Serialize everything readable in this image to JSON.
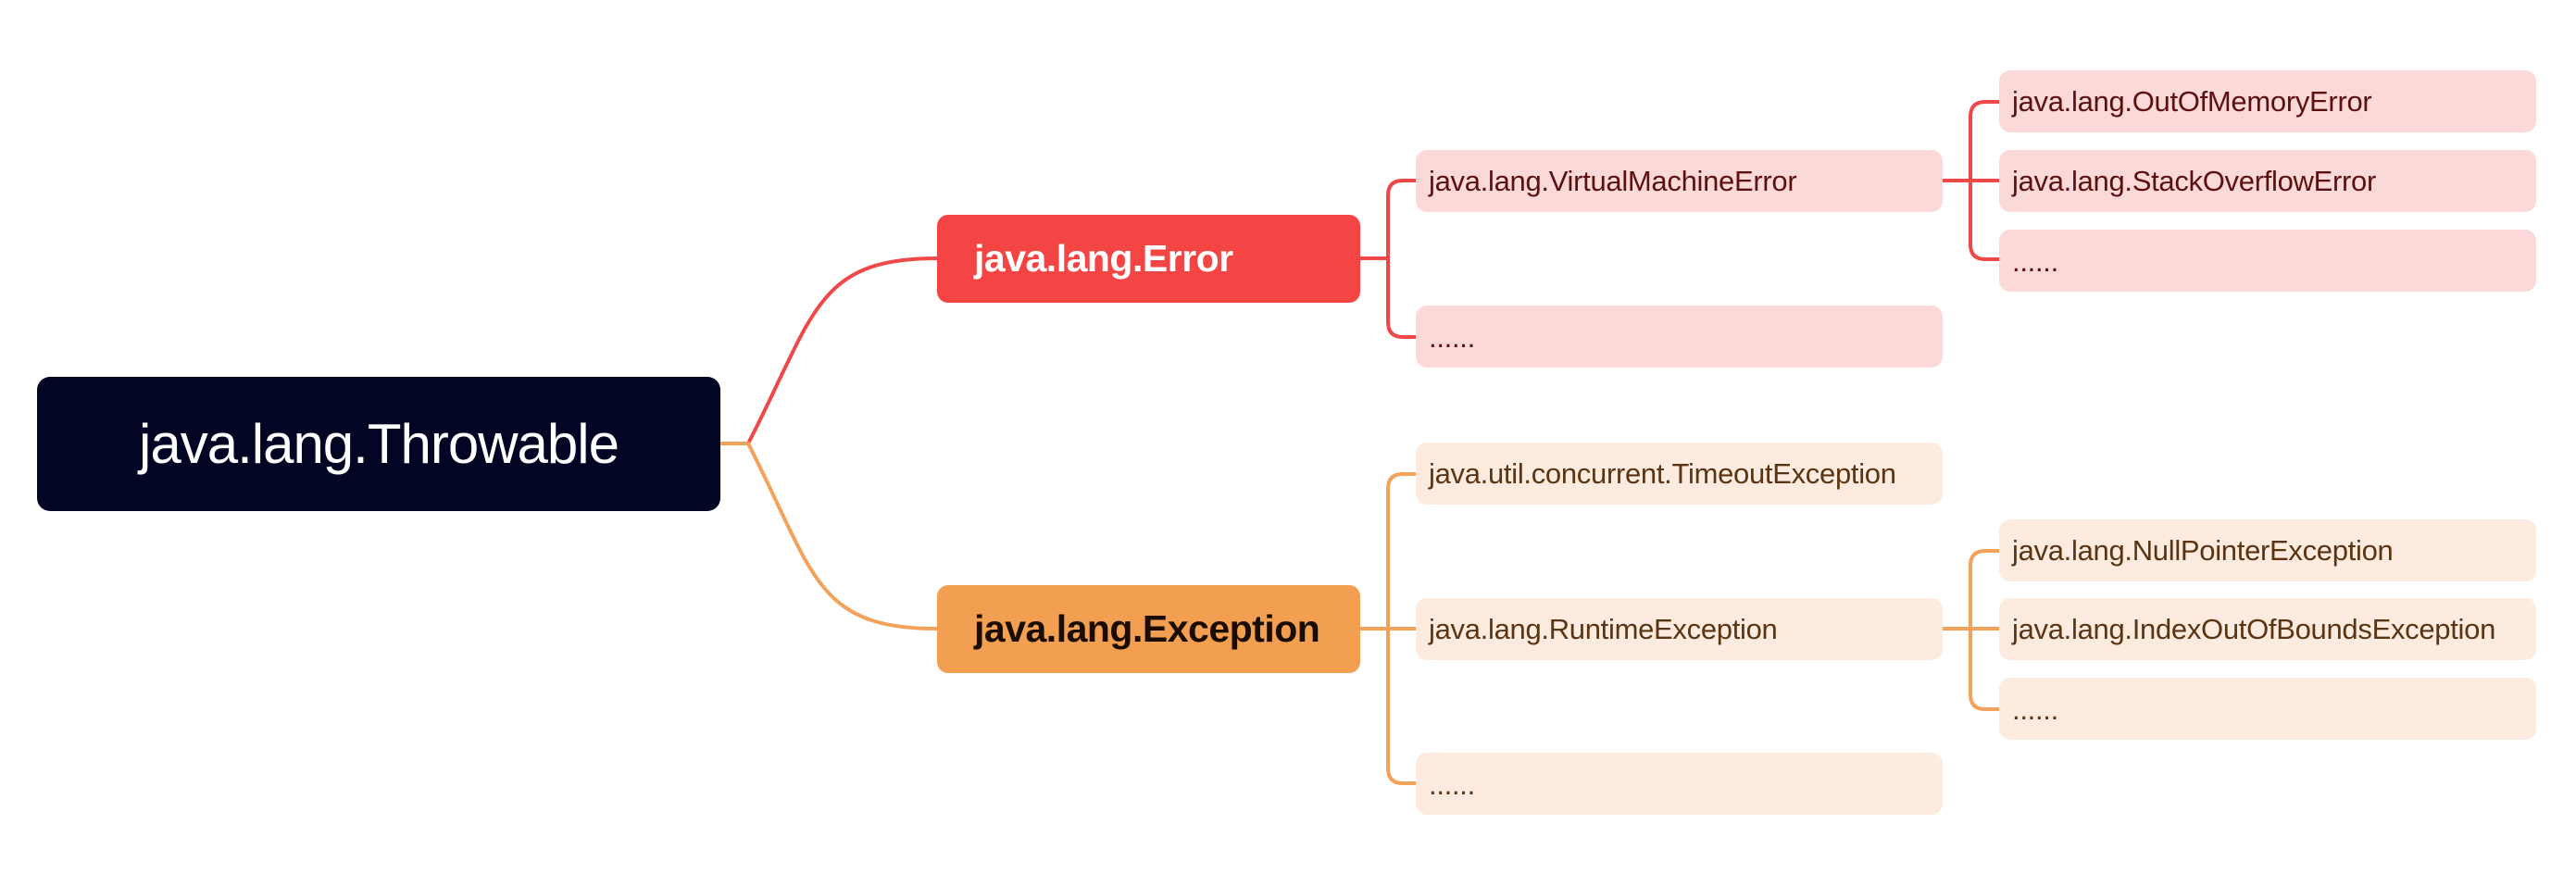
{
  "root": {
    "label": "java.lang.Throwable"
  },
  "error": {
    "label": "java.lang.Error",
    "children": [
      {
        "label": "java.lang.VirtualMachineError",
        "children": [
          "java.lang.OutOfMemoryError",
          "java.lang.StackOverflowError",
          "......"
        ]
      },
      {
        "label": "......"
      }
    ]
  },
  "exception": {
    "label": "java.lang.Exception",
    "children": [
      {
        "label": "java.util.concurrent.TimeoutException"
      },
      {
        "label": "java.lang.RuntimeException",
        "children": [
          "java.lang.NullPointerException",
          "java.lang.IndexOutOfBoundsException",
          "......"
        ]
      },
      {
        "label": "......"
      }
    ]
  },
  "colors": {
    "root_fill": "#020524",
    "error_stroke": "#ef4848",
    "error_fill": "#f54444",
    "error_leaf_fill": "#fcd9d9",
    "exception_stroke": "#f2a25a",
    "exception_fill": "#f39f52",
    "exception_leaf_fill": "#fcebde"
  }
}
